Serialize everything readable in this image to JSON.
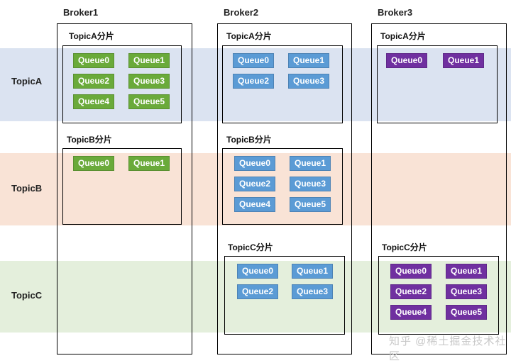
{
  "brokers": [
    {
      "title": "Broker1",
      "shards": [
        {
          "label": "TopicA分片",
          "color": "green",
          "queues": [
            "Queue0",
            "Queue1",
            "Queue2",
            "Queue3",
            "Queue4",
            "Queue5"
          ]
        },
        {
          "label": "TopicB分片",
          "color": "green",
          "queues": [
            "Queue0",
            "Queue1"
          ]
        }
      ]
    },
    {
      "title": "Broker2",
      "shards": [
        {
          "label": "TopicA分片",
          "color": "blue",
          "queues": [
            "Queue0",
            "Queue1",
            "Queue2",
            "Queue3"
          ]
        },
        {
          "label": "TopicB分片",
          "color": "blue",
          "queues": [
            "Queue0",
            "Queue1",
            "Queue2",
            "Queue3",
            "Queue4",
            "Queue5"
          ]
        },
        {
          "label": "TopicC分片",
          "color": "blue",
          "queues": [
            "Queue0",
            "Queue1",
            "Queue2",
            "Queue3"
          ]
        }
      ]
    },
    {
      "title": "Broker3",
      "shards": [
        {
          "label": "TopicA分片",
          "color": "purple",
          "queues": [
            "Queue0",
            "Queue1"
          ]
        },
        {
          "label": "TopicC分片",
          "color": "purple",
          "queues": [
            "Queue0",
            "Queue1",
            "Queue2",
            "Queue3",
            "Queue4",
            "Queue5"
          ]
        }
      ]
    }
  ],
  "topics": [
    "TopicA",
    "TopicB",
    "TopicC"
  ],
  "colors": {
    "green": "#6aaa3a",
    "blue": "#5b9bd5",
    "purple": "#7030a0",
    "topicA_band": "#dbe3f1",
    "topicB_band": "#f9e3d6",
    "topicC_band": "#e4efdc"
  },
  "watermark": "知乎 @稀土掘金技术社区"
}
